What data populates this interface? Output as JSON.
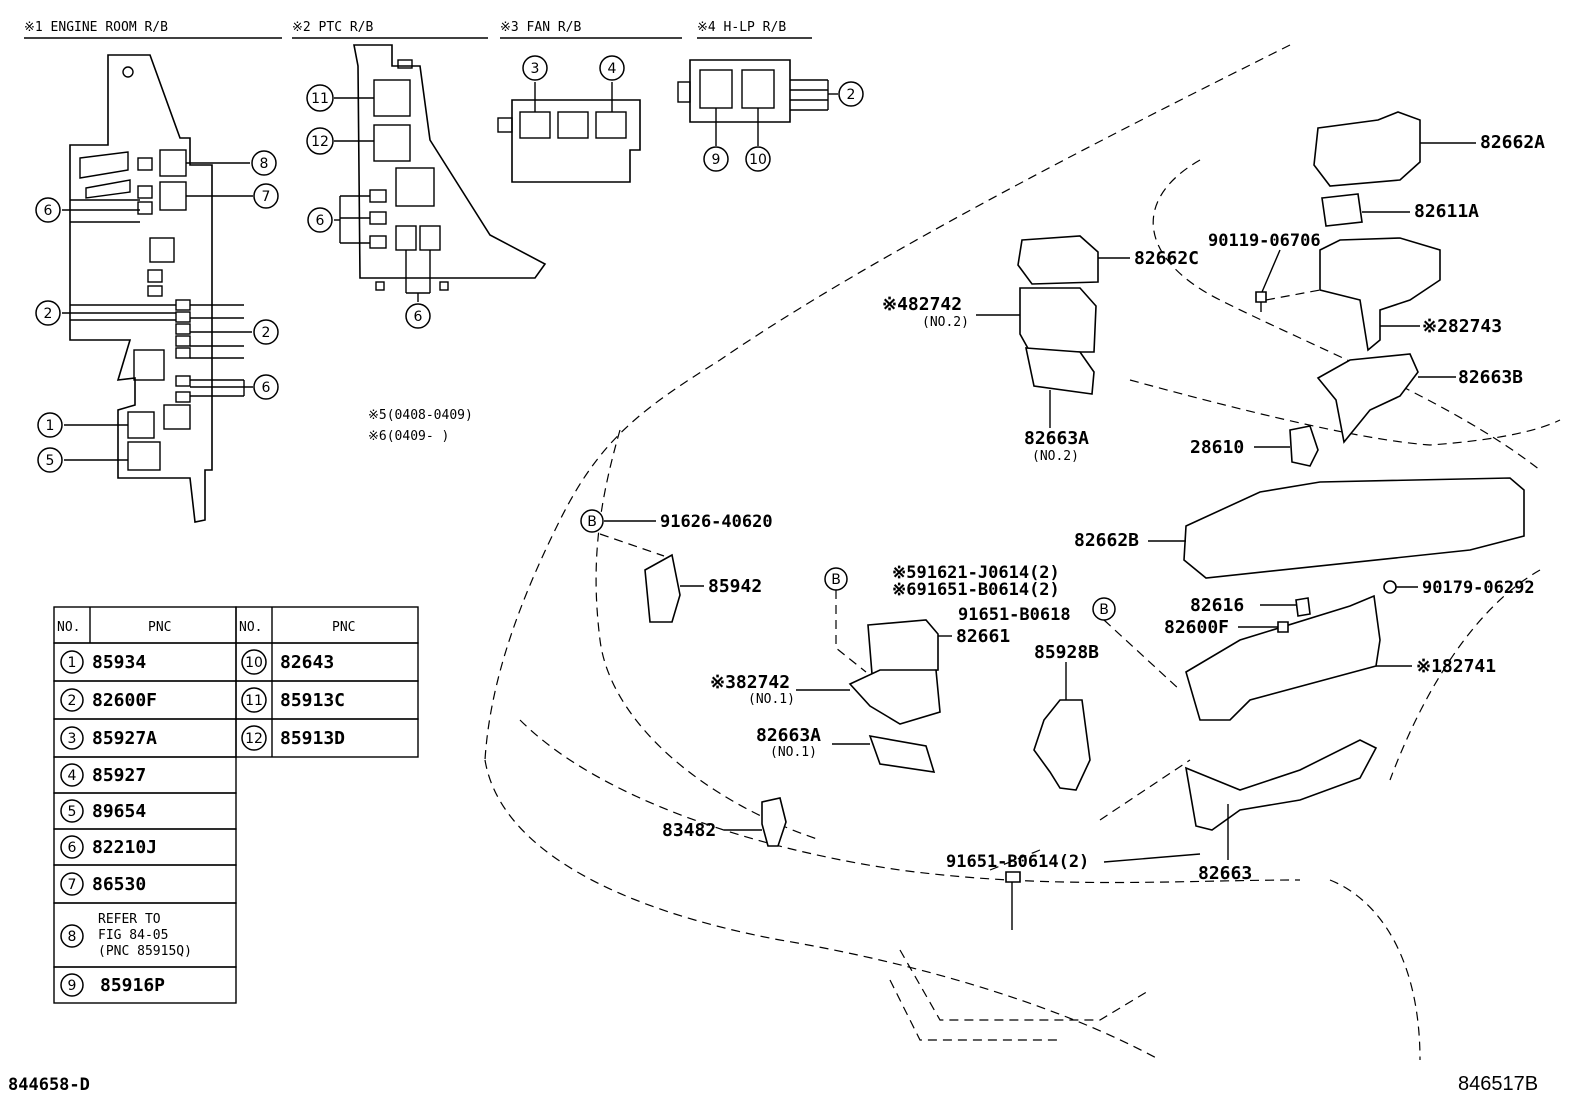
{
  "headers": {
    "h1": "※1 ENGINE ROOM R/B",
    "h2": "※2 PTC R/B",
    "h3": "※3 FAN R/B",
    "h4": "※4 H-LP R/B"
  },
  "notes": {
    "n5": "※5(0408-0409)",
    "n6": "※6(0409-      )"
  },
  "callouts": {
    "c1": "1",
    "c2": "2",
    "c3": "3",
    "c4": "4",
    "c5": "5",
    "c6": "6",
    "c7": "7",
    "c8": "8",
    "c9": "9",
    "c10": "10",
    "c11": "11",
    "c12": "12",
    "b": "B"
  },
  "parts": {
    "p82662A": "82662A",
    "p82611A": "82611A",
    "p90119": "90119-06706",
    "p82743": "※282743",
    "p82663B": "82663B",
    "p28610": "28610",
    "p82662C": "82662C",
    "p82742_2": "※482742",
    "p82742_2n": "(NO.2)",
    "p82663A_2": "82663A",
    "p82663A_2n": "(NO.2)",
    "p82662B": "82662B",
    "p91626": "91626-40620",
    "p85942": "85942",
    "p91621": "※591621-J0614(2)",
    "p91651a": "※691651-B0614(2)",
    "p91651b": "91651-B0618",
    "p82616": "82616",
    "p82600F": "82600F",
    "p90179": "90179-06292",
    "p82661": "82661",
    "p85928B": "85928B",
    "p82741": "※182741",
    "p82742_1": "※382742",
    "p82742_1n": "(NO.1)",
    "p82663A_1": "82663A",
    "p82663A_1n": "(NO.1)",
    "p83482": "83482",
    "p91651c": "91651-B0614(2)",
    "p82663": "82663"
  },
  "table": {
    "col_no": "NO.",
    "col_pnc": "PNC",
    "left_rows": [
      {
        "no": "1",
        "pnc": "85934"
      },
      {
        "no": "2",
        "pnc": "82600F"
      },
      {
        "no": "3",
        "pnc": "85927A"
      },
      {
        "no": "4",
        "pnc": "85927"
      },
      {
        "no": "5",
        "pnc": "89654"
      },
      {
        "no": "6",
        "pnc": "82210J"
      },
      {
        "no": "7",
        "pnc": "86530"
      }
    ],
    "row8": {
      "no": "8",
      "l1": "REFER TO",
      "l2": "FIG 84-05",
      "l3": "(PNC 85915Q)"
    },
    "row9": {
      "no": "9",
      "pnc": "85916P"
    },
    "right_rows": [
      {
        "no": "10",
        "pnc": "82643"
      },
      {
        "no": "11",
        "pnc": "85913C"
      },
      {
        "no": "12",
        "pnc": "85913D"
      }
    ]
  },
  "footer": {
    "left_code": "844658-D",
    "right_code": "846517B"
  }
}
